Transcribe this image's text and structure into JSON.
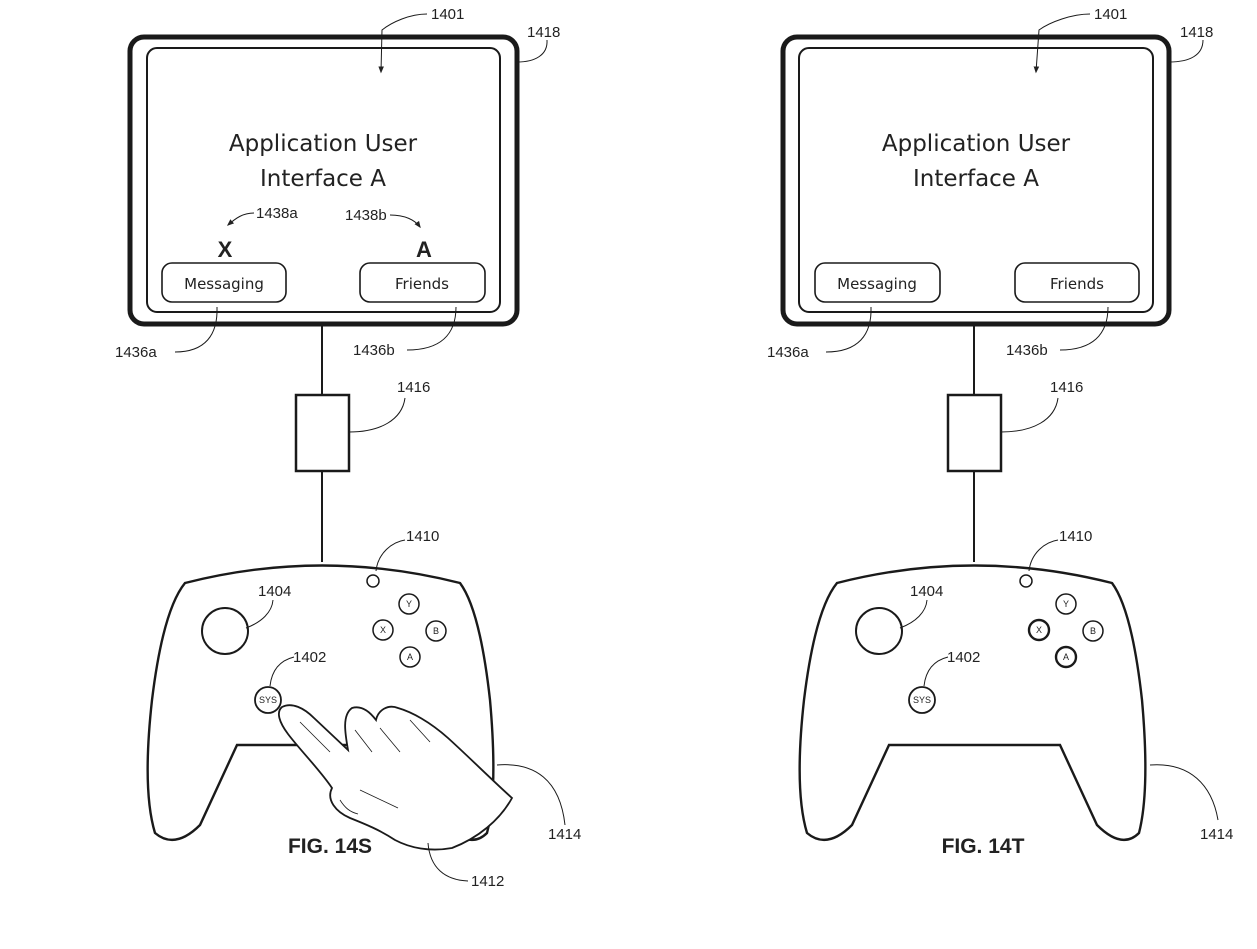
{
  "figures": [
    {
      "caption": "FIG. 14S",
      "screen": {
        "title_line1": "Application User",
        "title_line2": "Interface A",
        "buttons": [
          {
            "label": "Messaging",
            "hint": "X"
          },
          {
            "label": "Friends",
            "hint": "A"
          }
        ]
      },
      "controller": {
        "face_buttons": [
          "Y",
          "X",
          "B",
          "A"
        ],
        "system_button": "SYS"
      },
      "refs": {
        "screen_content": "1401",
        "display": "1418",
        "hint_left": "1438a",
        "hint_right": "1438b",
        "button_left": "1436a",
        "button_right": "1436b",
        "connector": "1416",
        "light": "1410",
        "stick": "1404",
        "sys_button": "1402",
        "controller": "1414",
        "hand": "1412"
      }
    },
    {
      "caption": "FIG. 14T",
      "screen": {
        "title_line1": "Application User",
        "title_line2": "Interface A",
        "buttons": [
          {
            "label": "Messaging"
          },
          {
            "label": "Friends"
          }
        ]
      },
      "controller": {
        "face_buttons": [
          "Y",
          "X",
          "B",
          "A"
        ],
        "system_button": "SYS"
      },
      "refs": {
        "screen_content": "1401",
        "display": "1418",
        "button_left": "1436a",
        "button_right": "1436b",
        "connector": "1416",
        "light": "1410",
        "stick": "1404",
        "sys_button": "1402",
        "controller": "1414"
      }
    }
  ]
}
